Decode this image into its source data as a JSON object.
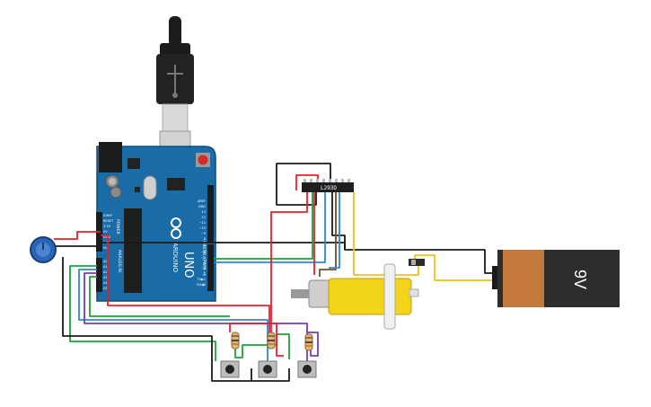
{
  "board": {
    "brand": "ARDUINO",
    "model": "UNO",
    "digital_header": "DIGITAL (PWM ~)",
    "power_header": "POWER",
    "analog_header": "ANALOG IN",
    "power_pins": [
      "IOREF",
      "RESET",
      "3.3V",
      "5V",
      "GND",
      "GND",
      "Vin"
    ],
    "analog_pins": [
      "A0",
      "A1",
      "A2",
      "A3",
      "A4",
      "A5"
    ],
    "top_pins": [
      "AREF",
      "GND",
      "13",
      "12",
      "~11",
      "~10",
      "~9",
      "8",
      "7",
      "~6",
      "~5",
      "4",
      "~3",
      "2",
      "TX▶1",
      "RX◀0"
    ]
  },
  "driver_ic": {
    "label": "L293D"
  },
  "battery": {
    "label": "9V",
    "body_color": "#2d2d2d",
    "band_color": "#c47a3c"
  },
  "motor": {
    "body_color": "#f2d418"
  },
  "resistors": [
    "resistor-1",
    "resistor-2",
    "resistor-3"
  ],
  "buttons": [
    "button-1",
    "button-2",
    "button-3"
  ],
  "colors": {
    "board": "#1a6ca6",
    "wire_red": "#e8202a",
    "wire_black": "#1a1a1a",
    "wire_green": "#1aa33a",
    "wire_blue": "#2a8ad6",
    "wire_purple": "#7a3ab8",
    "wire_yellow": "#f0c21a",
    "wire_brown": "#7a4a2a",
    "potentiometer": "#2a64b4"
  },
  "icons": [
    "usb-plug-icon",
    "arduino-infinity-logo-icon"
  ]
}
